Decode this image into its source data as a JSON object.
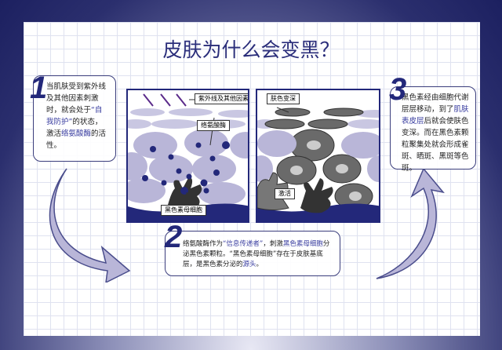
{
  "title": "皮肤为什么会变黑？",
  "step1": {
    "number": "1",
    "text_a": "当肌肤受到紫外线及其他因素刺激时，就会处于",
    "highlight_a": "“自我防护”",
    "text_b": "的状态，激活",
    "highlight_b": "络氨酸酶",
    "text_c": "的活性。"
  },
  "step2": {
    "number": "2",
    "text_a": "络氨酸酶作为",
    "highlight_a": "“信息传递者”",
    "text_b": "，刺激",
    "highlight_b": "黑色素母细胞",
    "text_c": "分泌黑色素颗粒。“黑色素母细胞”存在于皮肤基底层，是黑色素分泌的",
    "highlight_c": "源头",
    "text_d": "。"
  },
  "step3": {
    "number": "3",
    "text_a": "黑色素经由细胞代谢层层移动，到了",
    "highlight_a": "肌肤表皮层",
    "text_b": "后就会使肤色变深。而在黑色素颗粒聚集处就会形成雀斑、晒斑、黑斑等色斑。"
  },
  "diagram_left": {
    "uv_label": "紫外线及其他因素",
    "enzyme_label": "络氨酸酶",
    "melanocyte_label": "黑色素母细胞"
  },
  "diagram_right": {
    "darken_label": "肤色变深",
    "activate_label": "激活"
  },
  "colors": {
    "navy": "#23287a",
    "cell": "#b9b6d8",
    "dark_cell": "#6a6a6a"
  }
}
